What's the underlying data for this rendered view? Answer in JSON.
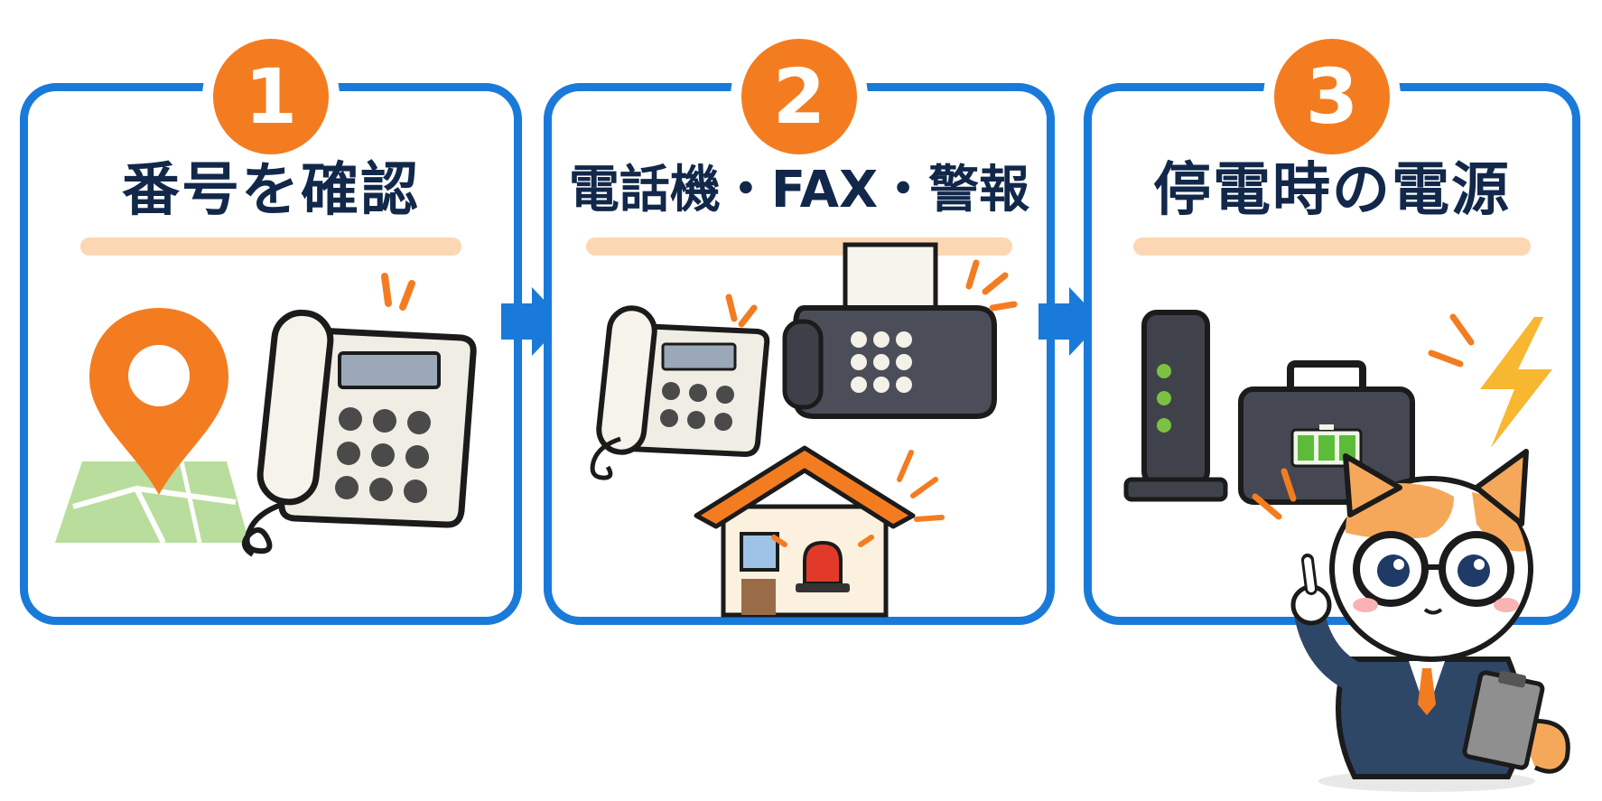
{
  "steps": [
    {
      "number": "1",
      "title": "番号を確認"
    },
    {
      "number": "2",
      "title": "電話機・FAX・警報"
    },
    {
      "number": "3",
      "title": "停電時の電源"
    }
  ],
  "colors": {
    "panel_border": "#1a7ad9",
    "badge": "#f47c20",
    "title_text": "#12284a",
    "underline": "#fbd7b4",
    "arrow": "#1a7ad9"
  },
  "icons": [
    "location-pin-icon",
    "map-icon",
    "desk-phone-icon",
    "fax-machine-icon",
    "house-alarm-icon",
    "router-icon",
    "battery-case-icon",
    "lightning-icon",
    "cat-mascot"
  ]
}
